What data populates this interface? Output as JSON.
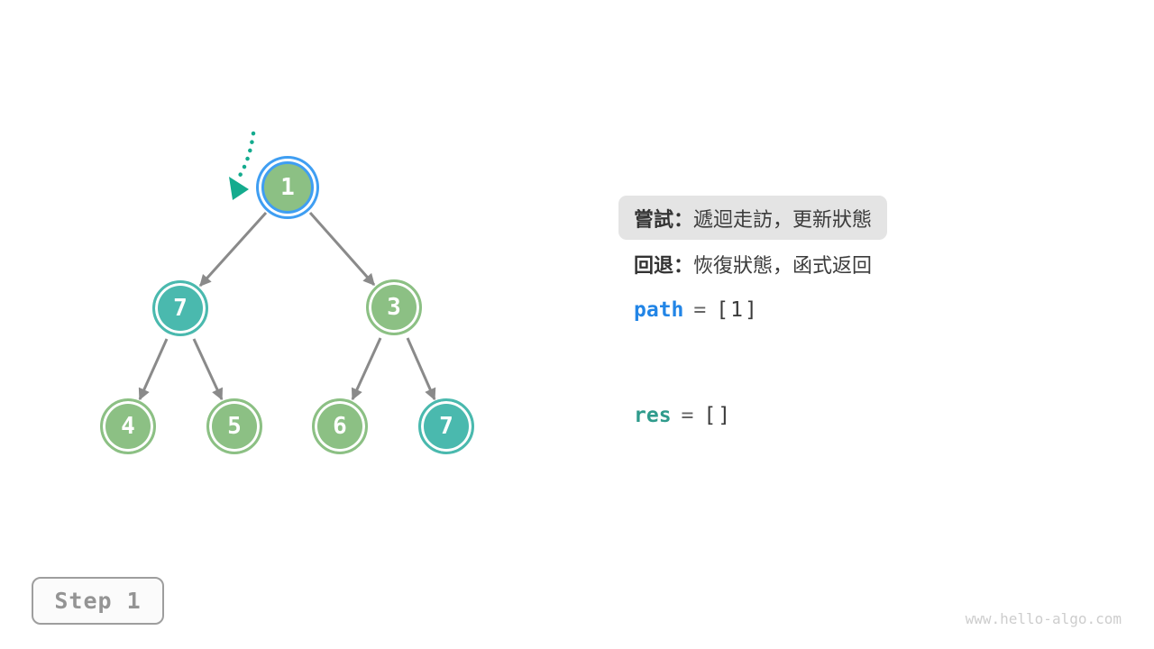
{
  "page": {
    "watermark": "www.hello-algo.com"
  },
  "step_badge": {
    "label": "Step 1"
  },
  "panel": {
    "try_line": {
      "label": "嘗試：",
      "text": "遞迴走訪，更新狀態",
      "highlighted": true
    },
    "back_line": {
      "label": "回退：",
      "text": "恢復狀態，函式返回"
    },
    "variables": [
      {
        "name": "path",
        "equals": "=",
        "value": "[1]"
      },
      {
        "name": "res",
        "equals": "=",
        "value": "[]"
      }
    ]
  },
  "tree": {
    "nodes": [
      {
        "value": "1",
        "state": "active-green",
        "note": "current node with blue selection ring, pointed by dotted arrow"
      },
      {
        "value": "7",
        "state": "teal"
      },
      {
        "value": "3",
        "state": "green"
      },
      {
        "value": "4",
        "state": "green"
      },
      {
        "value": "5",
        "state": "green"
      },
      {
        "value": "6",
        "state": "green"
      },
      {
        "value": "7",
        "state": "teal"
      }
    ],
    "edges": [
      {
        "from": 0,
        "to": 1
      },
      {
        "from": 0,
        "to": 2
      },
      {
        "from": 1,
        "to": 3
      },
      {
        "from": 1,
        "to": 4
      },
      {
        "from": 2,
        "to": 5
      },
      {
        "from": 2,
        "to": 6
      }
    ]
  },
  "colors": {
    "node_green": "#8cc084",
    "node_teal": "#4ab9ae",
    "active_ring_blue": "#3f9ef2",
    "edge_gray": "#8a8a8a",
    "pointer_teal": "#14ab8e",
    "path_blue": "#2285e6",
    "res_teal": "#2f9b8c",
    "highlight_bg": "#e4e4e4",
    "text_dark": "#3c3c3c",
    "step_gray": "#949494",
    "watermark_gray": "#cdcdcd"
  }
}
